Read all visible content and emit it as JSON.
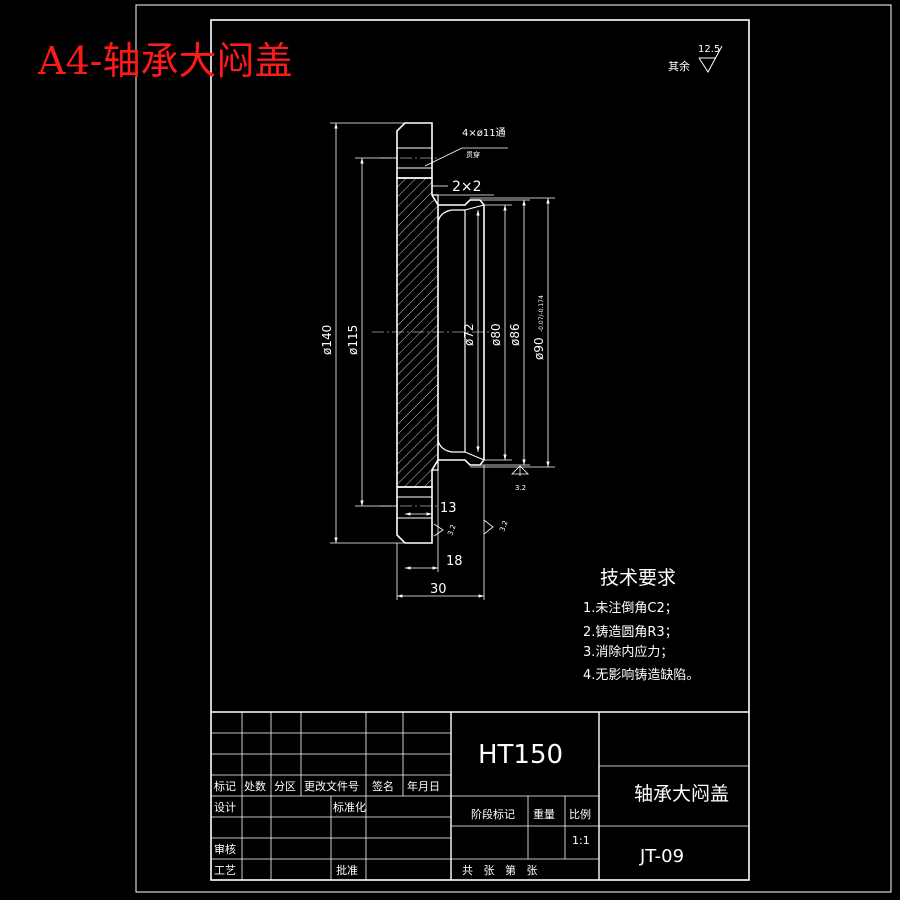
{
  "banner": "A4-轴承大闷盖",
  "roughness": {
    "label": "其余",
    "value": "12.5"
  },
  "dimensions": {
    "holes": "4×ø11通",
    "holes_note": "贯穿",
    "chamfer": "2×2",
    "d140": "ø140",
    "d115": "ø115",
    "d72": "ø72",
    "d80": "ø80",
    "d86": "ø86",
    "d90": "ø90",
    "d90_tol": "-0.07/-0.174",
    "len13": "13",
    "len18": "18",
    "len30": "30",
    "ra1": "3.2",
    "ra2": "3.2",
    "ra3": "3.2"
  },
  "tech": {
    "title": "技术要求",
    "items": [
      "1.未注倒角C2；",
      "2.铸造圆角R3；",
      "3.消除内应力；",
      "4.无影响铸造缺陷。"
    ]
  },
  "title_block": {
    "material": "HT150",
    "part_name": "轴承大闷盖",
    "drawing_no": "JT-09",
    "scale": "1:1",
    "headers": [
      "标记",
      "处数",
      "分区",
      "更改文件号",
      "签名",
      "年月日"
    ],
    "design": "设计",
    "standard": "标准化",
    "stage": "阶段标记",
    "weight": "重量",
    "ratio": "比例",
    "check": "审核",
    "process": "工艺",
    "approve": "批准",
    "sheets": "共   张   第   张"
  }
}
